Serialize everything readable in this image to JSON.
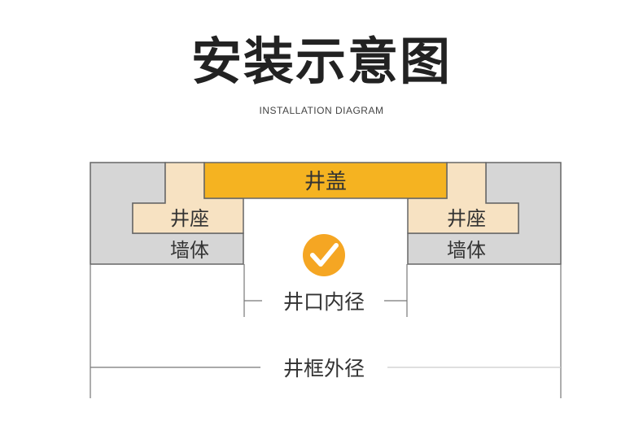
{
  "header": {
    "title": "安装示意图",
    "subtitle": "INSTALLATION DIAGRAM"
  },
  "diagram": {
    "cover_label": "井盖",
    "seat_label_left": "井座",
    "seat_label_right": "井座",
    "wall_label_left": "墙体",
    "wall_label_right": "墙体",
    "inner_diameter_label": "井口内径",
    "outer_diameter_label": "井框外径",
    "colors": {
      "cover": "#f5b321",
      "seat": "#f7e2c2",
      "wall": "#d6d6d6",
      "outline": "#666666",
      "check": "#f5a623"
    },
    "check_icon": "check-circle-icon"
  }
}
